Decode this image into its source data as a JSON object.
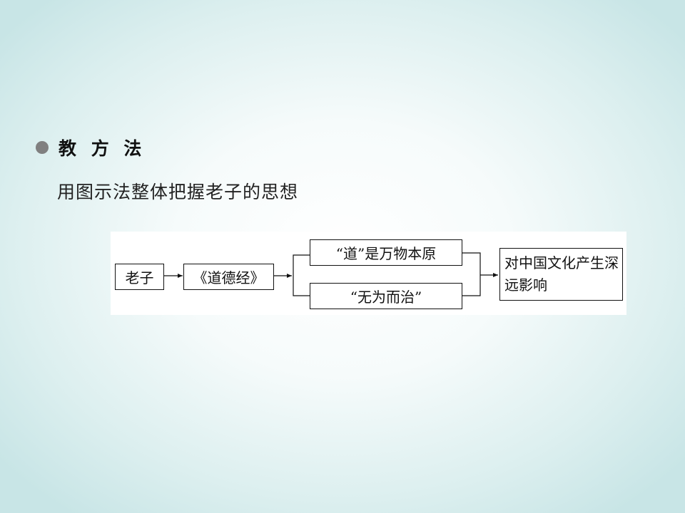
{
  "heading": {
    "title": "教 方 法"
  },
  "subtitle": "用图示法整体把握老子的思想",
  "diagram": {
    "nodes": {
      "laozi": "老子",
      "daodejing": "《道德经》",
      "dao": "“道”是万物本原",
      "wuwei": "“无为而治”",
      "influence": "对中国文化产生深远影响"
    }
  }
}
